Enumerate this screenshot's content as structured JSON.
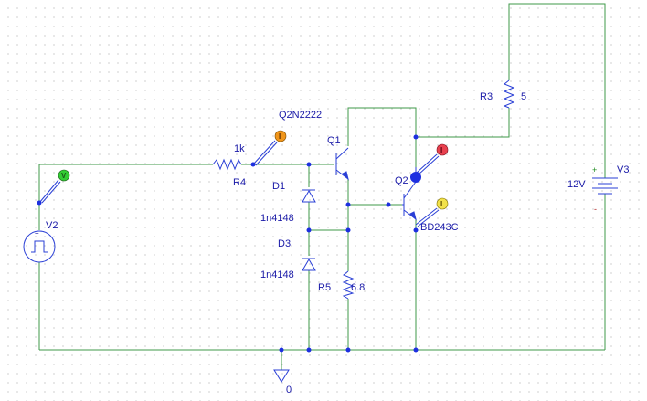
{
  "components": {
    "r4": {
      "ref": "R4",
      "value": "1k"
    },
    "r3": {
      "ref": "R3",
      "value": "5"
    },
    "r5": {
      "ref": "R5",
      "value": "6.8"
    },
    "q1": {
      "ref": "Q1",
      "model": "Q2N2222"
    },
    "q2": {
      "ref": "Q2",
      "model": "BD243C"
    },
    "d1": {
      "ref": "D1",
      "model": "1n4148"
    },
    "d3": {
      "ref": "D3",
      "model": "1n4148"
    },
    "v2": {
      "ref": "V2"
    },
    "v3": {
      "ref": "V3",
      "value": "12V",
      "plus": "+",
      "minus": "-"
    },
    "ground": {
      "label": "0"
    }
  },
  "probes": [
    {
      "id": "vprobe",
      "letter": "V",
      "color": "#33cc33"
    },
    {
      "id": "iprobe-r4",
      "letter": "I",
      "color": "#f0951a"
    },
    {
      "id": "iprobe-q2c",
      "letter": "I",
      "color": "#e8404e"
    },
    {
      "id": "iprobe-q2e",
      "letter": "I",
      "color": "#f2e24a"
    }
  ],
  "colors": {
    "wire": "#3f9a4a",
    "part": "#2a3fd6",
    "label": "#1a1aa8",
    "node": "#1d2fe0"
  }
}
